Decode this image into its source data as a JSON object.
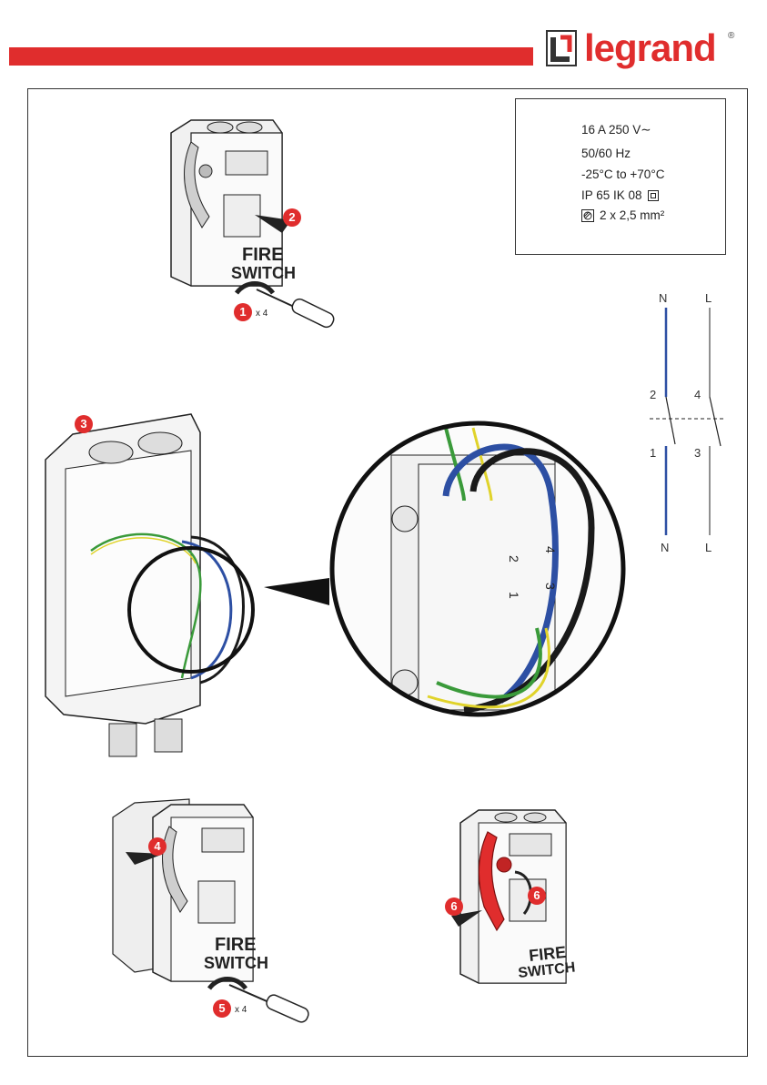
{
  "header": {
    "brand": "legrand",
    "registered": "®",
    "accent_color": "#e02d2d"
  },
  "specs": {
    "lines": [
      "16 A   250 V∼",
      "50/60 Hz",
      "-25°C to +70°C",
      "IP 65  IK 08"
    ],
    "wire_section": "2 x 2,5 mm²",
    "class_ii_symbol": "double-insulation-icon",
    "wire_symbol": "wire-section-icon"
  },
  "steps": {
    "s1": "1",
    "s1_qty": "x 4",
    "s2": "2",
    "s3": "3",
    "s4": "4",
    "s5": "5",
    "s5_qty": "x 4",
    "s6a": "6",
    "s6b": "6"
  },
  "enclosure": {
    "label_top": "FIRE",
    "label_bottom": "SWITCH"
  },
  "wiring": {
    "top_left": "N",
    "top_right": "L",
    "mid_left_top": "2",
    "mid_right_top": "4",
    "mid_left_bottom": "1",
    "mid_right_bottom": "3",
    "bottom_left": "N",
    "bottom_right": "L",
    "terminals_zoom": [
      "2",
      "4",
      "1",
      "3"
    ]
  },
  "colors": {
    "neutral_wire": "#2d4fa3",
    "earth_green": "#3a9a3a",
    "earth_yellow": "#e0d32a",
    "live_wire": "#1a1a1a",
    "handle_red": "#e02d2d"
  }
}
